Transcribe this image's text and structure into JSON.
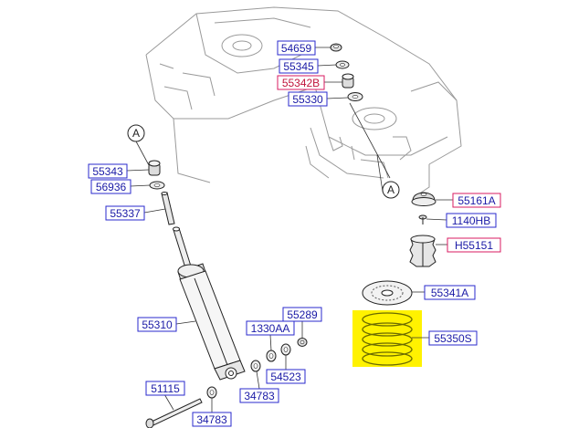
{
  "colors": {
    "label_text": "#1a1aa6",
    "label_border": "#2a2acc",
    "label_alt_text": "#c0143c",
    "label_alt_border": "#d81b60",
    "spring_highlight": "#fff200",
    "spring_coil": "#6b6b00"
  },
  "callouts": {
    "a1": "A",
    "a2": "A"
  },
  "labels": {
    "l54659": "54659",
    "l55345": "55345",
    "l55342B": "55342B",
    "l55330": "55330",
    "l55343": "55343",
    "l56936": "56936",
    "l55337": "55337",
    "l55161A": "55161A",
    "l1140HB": "1140HB",
    "lH55151": "H55151",
    "l55341A": "55341A",
    "l55350S": "55350S",
    "l55310": "55310",
    "l55289": "55289",
    "l1330AA": "1330AA",
    "l54523": "54523",
    "l34783a": "34783",
    "l51115": "51115",
    "l34783b": "34783"
  }
}
